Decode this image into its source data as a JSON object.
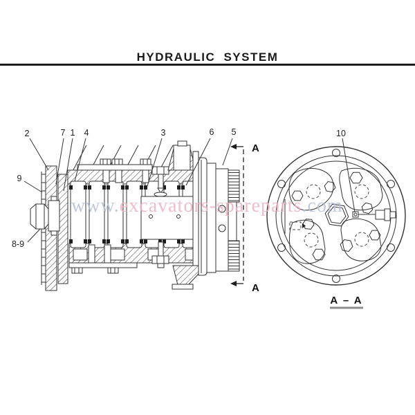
{
  "header": {
    "title": "HYDRAULIC SYSTEM"
  },
  "watermark": {
    "part1": "www.",
    "part2": "excavators-spareparts",
    "part3": ".com",
    "color_blue": "#b5c1da",
    "color_pink": "#eeb2c0"
  },
  "colors": {
    "line": "#333333",
    "header_rule": "#1c1c1c",
    "section_underline": "#8f8f8f"
  },
  "drawing": {
    "callouts": [
      {
        "label": "2"
      },
      {
        "label": "7"
      },
      {
        "label": "1"
      },
      {
        "label": "4"
      },
      {
        "label": "3"
      },
      {
        "label": "6"
      },
      {
        "label": "5"
      },
      {
        "label": "9"
      },
      {
        "label": "8-9"
      },
      {
        "label": "10"
      }
    ],
    "section_marker": {
      "top_label": "A",
      "bottom_label": "A"
    },
    "section_title": "A – A"
  }
}
